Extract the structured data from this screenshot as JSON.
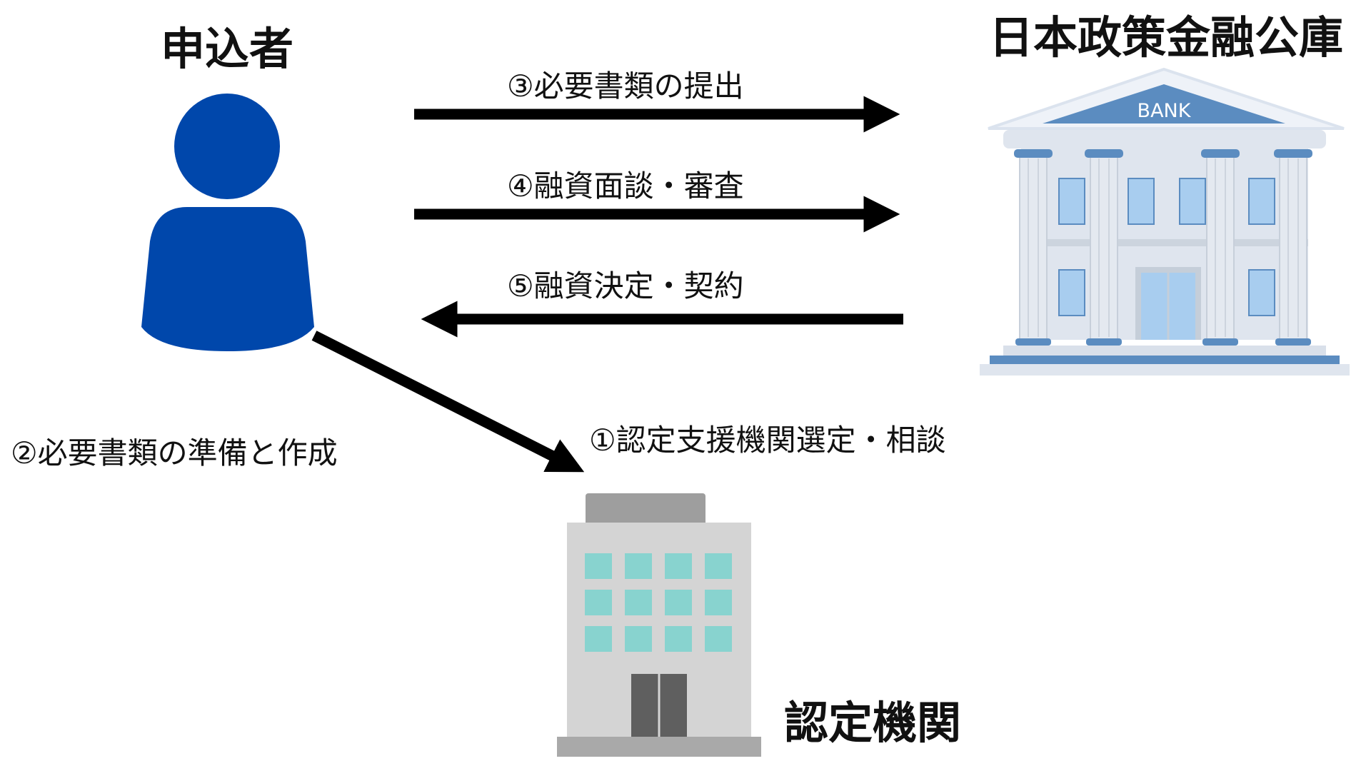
{
  "actors": {
    "applicant": {
      "label": "申込者"
    },
    "bank": {
      "label": "日本政策金融公庫",
      "sign": "BANK"
    },
    "institution": {
      "label": "認定機関"
    }
  },
  "steps": {
    "s1": "①認定支援機関選定・相談",
    "s2": "②必要書類の準備と作成",
    "s3": "③必要書類の提出",
    "s4": "④融資面談・審査",
    "s5": "⑤融資決定・契約"
  },
  "colors": {
    "person": "#0047ab",
    "bank_roof": "#5b8cc0",
    "bank_body": "#dfe5ee",
    "bank_window": "#a8cdef",
    "building_body": "#d4d4d4",
    "building_window": "#88d3cf",
    "arrow": "#000000"
  },
  "icons": {
    "applicant": "person-icon",
    "bank": "bank-building-icon",
    "institution": "office-building-icon"
  }
}
